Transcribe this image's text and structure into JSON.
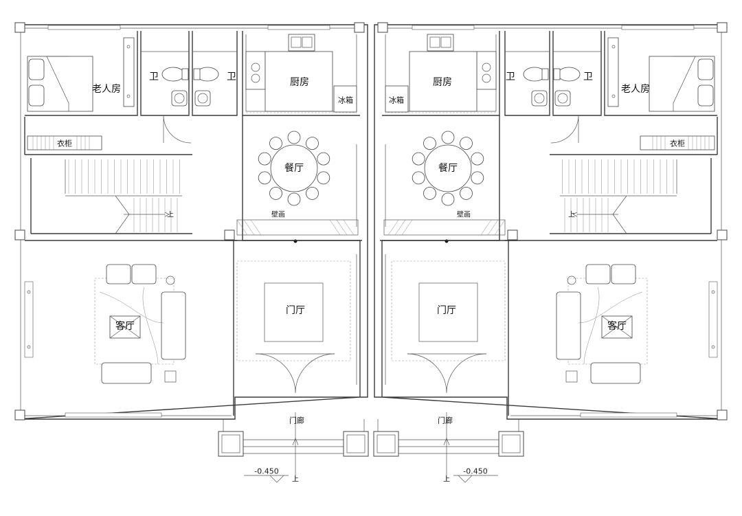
{
  "units": [
    {
      "id": "left",
      "rooms": {
        "elder_room": "老人房",
        "bath_a": "卫",
        "bath_b": "卫",
        "kitchen": "厨房",
        "fridge": "冰箱",
        "wardrobe": "衣柜",
        "dining": "餐厅",
        "mural": "壁画",
        "stair_up": "上",
        "living": "客厅",
        "foyer": "门厅",
        "porch": "门廊",
        "level": "-0.450",
        "entry_up": "上"
      }
    },
    {
      "id": "right",
      "rooms": {
        "elder_room": "老人房",
        "bath_a": "卫",
        "bath_b": "卫",
        "kitchen": "厨房",
        "fridge": "冰箱",
        "wardrobe": "衣柜",
        "dining": "餐厅",
        "mural": "壁画",
        "stair_up": "上",
        "living": "客厅",
        "foyer": "门厅",
        "porch": "门廊",
        "level": "-0.450",
        "entry_up": "上"
      }
    }
  ],
  "colors": {
    "line": "#3a3a3a",
    "background": "#ffffff"
  }
}
